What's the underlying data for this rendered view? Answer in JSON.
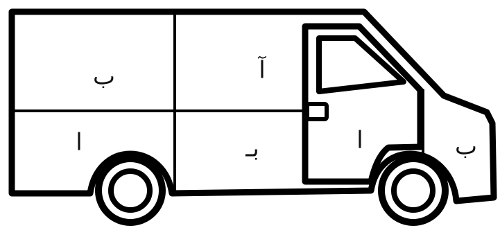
{
  "colors": {
    "stroke": "#000000",
    "background": "#ffffff"
  },
  "van": {
    "cargo_top_left": "ب",
    "cargo_top_right": "آ",
    "cargo_bottom_left": "ا",
    "cargo_bottom_right": "بـ",
    "door": "ا",
    "hood": "ب"
  }
}
